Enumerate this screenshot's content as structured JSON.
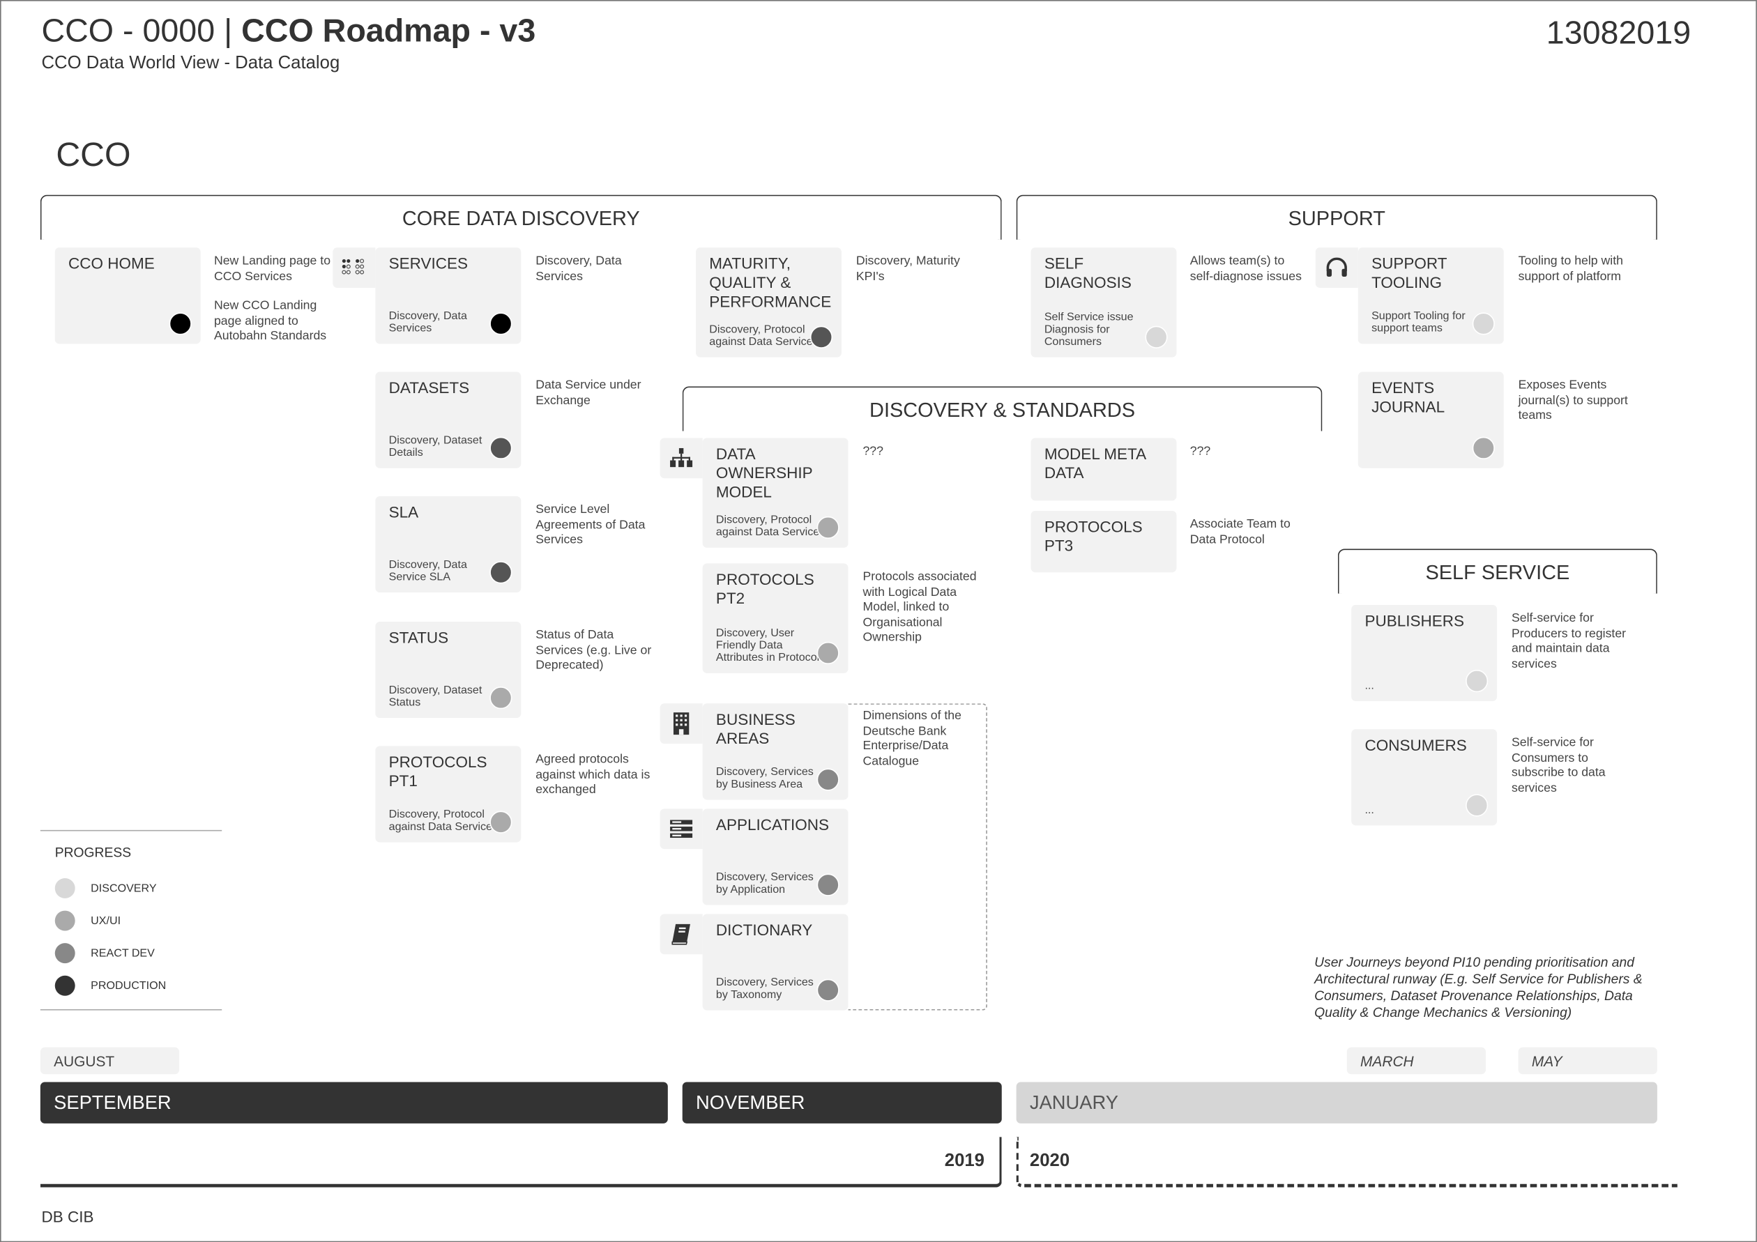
{
  "header": {
    "title_prefix": "CCO - 0000 | ",
    "title_main": "CCO Roadmap - v3",
    "subtitle": "CCO Data World View - Data Catalog",
    "doc_id": "13082019",
    "org": "CCO"
  },
  "sections": {
    "core": "CORE DATA DISCOVERY",
    "support": "SUPPORT",
    "standards": "DISCOVERY & STANDARDS",
    "self_service": "SELF SERVICE"
  },
  "progress_colors": {
    "discovery": "#d8d8d8",
    "uxui": "#aaaaaa",
    "react": "#888888",
    "react_dark": "#555555",
    "production": "#000000"
  },
  "cards": [
    {
      "id": "cco-home",
      "title": "CCO HOME",
      "subtitle": "",
      "progress": "production",
      "desc": [
        "New Landing page to CCO Services",
        "New CCO Landing page aligned to Autobahn Standards"
      ]
    },
    {
      "id": "services",
      "title": "SERVICES",
      "subtitle": "Discovery, Data Services",
      "progress": "production",
      "icon": "braille-grid-icon",
      "desc": [
        "Discovery, Data Services"
      ]
    },
    {
      "id": "datasets",
      "title": "DATASETS",
      "subtitle": "Discovery, Dataset Details",
      "progress": "react_dark",
      "desc": [
        "Data Service under Exchange"
      ]
    },
    {
      "id": "sla",
      "title": "SLA",
      "subtitle": "Discovery, Data Service SLA",
      "progress": "react_dark",
      "desc": [
        "Service Level Agreements of Data Services"
      ]
    },
    {
      "id": "status",
      "title": "STATUS",
      "subtitle": "Discovery, Dataset Status",
      "progress": "uxui",
      "desc": [
        "Status of Data Services (e.g. Live or Deprecated)"
      ]
    },
    {
      "id": "protocols-pt1",
      "title": "PROTOCOLS PT1",
      "subtitle": "Discovery, Protocol against Data Service",
      "progress": "uxui",
      "desc": [
        "Agreed protocols against which data is exchanged"
      ]
    },
    {
      "id": "maturity",
      "title": "MATURITY, QUALITY & PERFORMANCE",
      "subtitle": "Discovery, Protocol against Data Service",
      "progress": "react_dark",
      "desc": [
        "Discovery, Maturity KPI's"
      ]
    },
    {
      "id": "data-ownership",
      "title": "DATA OWNERSHIP MODEL",
      "subtitle": "Discovery, Protocol against Data Service",
      "progress": "uxui",
      "icon": "org-chart-icon",
      "desc": [
        "???"
      ]
    },
    {
      "id": "protocols-pt2",
      "title": "PROTOCOLS PT2",
      "subtitle": "Discovery, User Friendly Data Attributes in Protocol",
      "progress": "uxui",
      "desc": [
        "Protocols associated with Logical Data Model, linked to Organisational Ownership"
      ]
    },
    {
      "id": "business-areas",
      "title": "BUSINESS AREAS",
      "subtitle": "Discovery, Services by Business Area",
      "progress": "react",
      "icon": "building-icon",
      "desc": [
        "Dimensions of the Deutsche Bank Enterprise/Data Catalogue"
      ]
    },
    {
      "id": "applications",
      "title": "APPLICATIONS",
      "subtitle": "Discovery, Services by Application",
      "progress": "react",
      "icon": "server-icon",
      "desc": []
    },
    {
      "id": "dictionary",
      "title": "DICTIONARY",
      "subtitle": "Discovery, Services by Taxonomy",
      "progress": "react",
      "icon": "book-icon",
      "desc": []
    },
    {
      "id": "self-diagnosis",
      "title": "SELF DIAGNOSIS",
      "subtitle": "Self Service issue Diagnosis for Consumers",
      "progress": "discovery",
      "desc": [
        "Allows team(s) to self-diagnose issues"
      ]
    },
    {
      "id": "model-meta-data",
      "title": "MODEL META DATA",
      "subtitle": "",
      "progress": "",
      "desc": [
        "???"
      ]
    },
    {
      "id": "protocols-pt3",
      "title": "PROTOCOLS PT3",
      "subtitle": "",
      "progress": "",
      "desc": [
        "Associate Team to Data Protocol"
      ]
    },
    {
      "id": "support-tooling",
      "title": "SUPPORT TOOLING",
      "subtitle": "Support Tooling for support teams",
      "progress": "discovery",
      "icon": "headphones-icon",
      "desc": [
        "Tooling to help with support of platform"
      ]
    },
    {
      "id": "events-journal",
      "title": "EVENTS JOURNAL",
      "subtitle": "",
      "progress": "uxui",
      "desc": [
        "Exposes Events journal(s) to support teams"
      ]
    },
    {
      "id": "publishers",
      "title": "PUBLISHERS",
      "subtitle": "...",
      "progress": "discovery",
      "desc": [
        "Self-service for Producers to register and maintain data services"
      ]
    },
    {
      "id": "consumers",
      "title": "CONSUMERS",
      "subtitle": "...",
      "progress": "discovery",
      "desc": [
        "Self-service for Consumers to subscribe to data services"
      ]
    }
  ],
  "legend": {
    "title": "PROGRESS",
    "items": [
      {
        "label": "DISCOVERY",
        "color": "#d8d8d8"
      },
      {
        "label": "UX/UI",
        "color": "#aaaaaa"
      },
      {
        "label": "REACT DEV",
        "color": "#888888"
      },
      {
        "label": "PRODUCTION",
        "color": "#333333"
      }
    ]
  },
  "note": "User Journeys beyond PI10 pending prioritisation and Architectural runway (E.g. Self Service for Publishers & Consumers, Dataset Provenance Relationships, Data Quality & Change Mechanics & Versioning)",
  "timeline": {
    "august": "AUGUST",
    "september": "SEPTEMBER",
    "november": "NOVEMBER",
    "january": "JANUARY",
    "march": "MARCH",
    "may": "MAY",
    "year_2019": "2019",
    "year_2020": "2020"
  },
  "footer": "DB CIB"
}
